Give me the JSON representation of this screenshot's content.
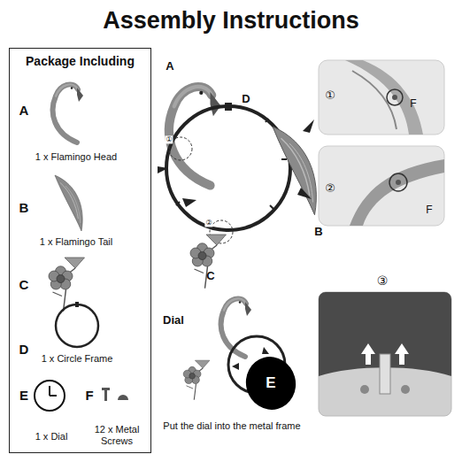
{
  "diagram": {
    "title": "Assembly Instructions",
    "nodes": [
      {
        "text": [
          "Package Including"
        ]
      },
      {
        "text": [
          "E"
        ]
      }
    ],
    "labels": [
      "A",
      "1 x Flamingo Head",
      "B",
      "1 x Flamingo Tail",
      "C",
      "D",
      "1 x Circle Frame",
      "E",
      "F",
      "1 x Dial",
      "12 x Metal Screws",
      "A",
      "D",
      "B",
      "C",
      "①",
      "②",
      "Dial",
      "Put the dial into the metal frame",
      "①",
      "F",
      "②",
      "F",
      "③"
    ]
  }
}
